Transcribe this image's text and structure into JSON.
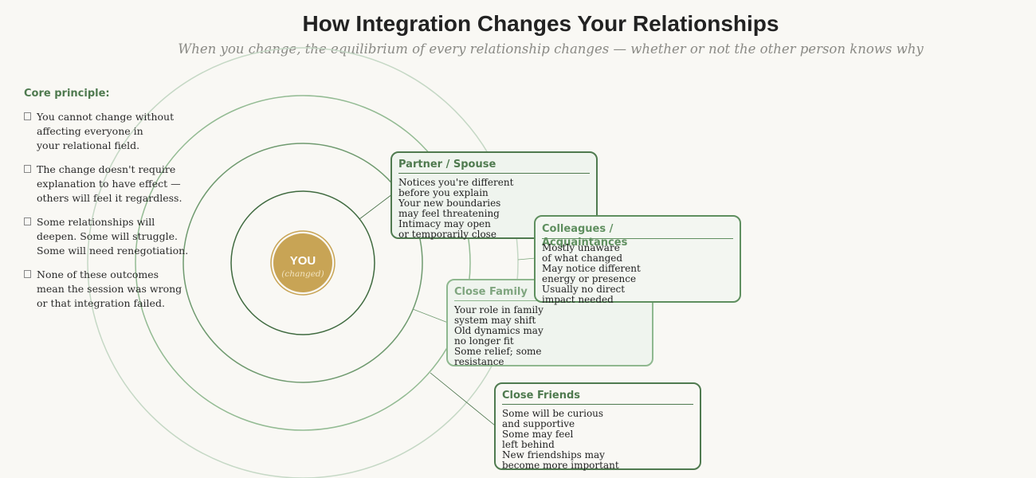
{
  "title": "How Integration Changes Your Relationships",
  "subtitle": "When you change, the equilibrium of every relationship changes — whether or not the other person knows why",
  "center": {
    "label": "YOU",
    "sublabel": "(changed)"
  },
  "core_principle": {
    "heading": "Core principle:",
    "items": [
      "You cannot change without\naffecting everyone in\nyour relational field.",
      "The change doesn't require\nexplanation to have effect —\nothers will feel it regardless.",
      "Some relationships will\ndeepen. Some will struggle.\nSome will need renegotiation.",
      "None of these outcomes\nmean the session was wrong\nor that integration failed."
    ]
  },
  "boxes": {
    "partner": {
      "title": "Partner / Spouse",
      "lines": "Notices you're different\nbefore you explain\nYour new boundaries\nmay feel threatening\nIntimacy may open\nor temporarily close"
    },
    "family": {
      "title": "Close Family",
      "lines": "Your role in family\nsystem may shift\nOld dynamics may\nno longer fit\nSome relief; some\nresistance"
    },
    "colleagues": {
      "title": "Colleagues /\nAcquaintances",
      "lines": "Mostly unaware\nof what changed\nMay notice different\nenergy or presence\nUsually no direct\nimpact needed"
    },
    "friends": {
      "title": "Close Friends",
      "lines": "Some will be curious\nand supportive\nSome may feel\nleft behind\nNew friendships may\nbecome more important"
    }
  },
  "colors": {
    "accent": "#4f7a4f",
    "center": "#c8a455",
    "background": "#f9f8f4"
  }
}
